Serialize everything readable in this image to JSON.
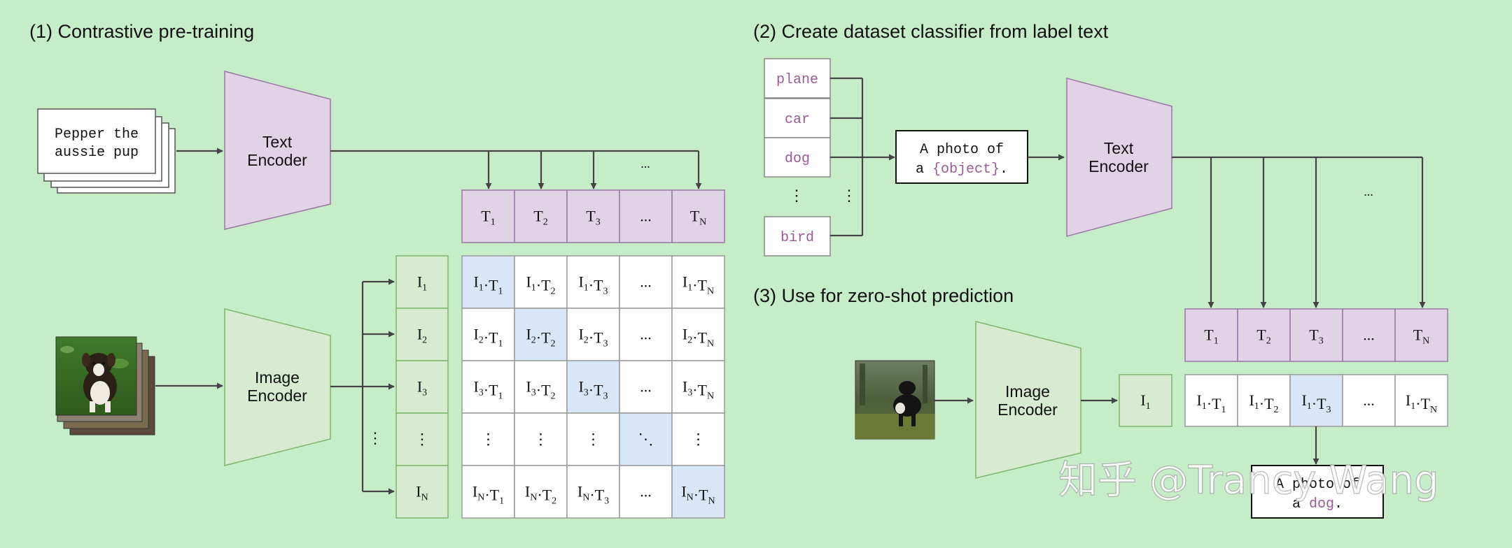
{
  "sections": {
    "s1": "(1) Contrastive pre-training",
    "s2": "(2) Create dataset classifier from label text",
    "s3": "(3) Use for zero-shot prediction"
  },
  "encoders": {
    "text": [
      "Text",
      "Encoder"
    ],
    "image": [
      "Image",
      "Encoder"
    ]
  },
  "input_text": [
    "Pepper the",
    "aussie pup"
  ],
  "labels": [
    "plane",
    "car",
    "dog",
    "bird"
  ],
  "vdots": "⋮",
  "ddots": "⋱",
  "ellipsis": "...",
  "template": {
    "line1": "A photo of",
    "line2_prefix": "a ",
    "placeholder": "{object}",
    "line2_suffix": "."
  },
  "prediction": {
    "line1": "A photo of",
    "line2_prefix": "a ",
    "object": "dog",
    "line2_suffix": "."
  },
  "text_features": [
    {
      "base": "T",
      "sub": "1"
    },
    {
      "base": "T",
      "sub": "2"
    },
    {
      "base": "T",
      "sub": "3"
    },
    {
      "base": "...",
      "sub": ""
    },
    {
      "base": "T",
      "sub": "N"
    }
  ],
  "image_features": [
    {
      "base": "I",
      "sub": "1"
    },
    {
      "base": "I",
      "sub": "2"
    },
    {
      "base": "I",
      "sub": "3"
    },
    {
      "base": "⋮",
      "sub": ""
    },
    {
      "base": "I",
      "sub": "N"
    }
  ],
  "zs_image_feature": {
    "base": "I",
    "sub": "1"
  },
  "zs_scores": [
    {
      "parts": [
        [
          "I",
          "1"
        ],
        [
          "T",
          "1"
        ]
      ]
    },
    {
      "parts": [
        [
          "I",
          "1"
        ],
        [
          "T",
          "2"
        ]
      ]
    },
    {
      "parts": [
        [
          "I",
          "1"
        ],
        [
          "T",
          "3"
        ]
      ]
    },
    {
      "text": "..."
    },
    {
      "parts": [
        [
          "I",
          "1"
        ],
        [
          "T",
          "N"
        ]
      ]
    }
  ],
  "matrix": [
    [
      {
        "parts": [
          [
            "I",
            "1"
          ],
          [
            "T",
            "1"
          ]
        ]
      },
      {
        "parts": [
          [
            "I",
            "1"
          ],
          [
            "T",
            "2"
          ]
        ]
      },
      {
        "parts": [
          [
            "I",
            "1"
          ],
          [
            "T",
            "3"
          ]
        ]
      },
      {
        "text": "..."
      },
      {
        "parts": [
          [
            "I",
            "1"
          ],
          [
            "T",
            "N"
          ]
        ]
      }
    ],
    [
      {
        "parts": [
          [
            "I",
            "2"
          ],
          [
            "T",
            "1"
          ]
        ]
      },
      {
        "parts": [
          [
            "I",
            "2"
          ],
          [
            "T",
            "2"
          ]
        ]
      },
      {
        "parts": [
          [
            "I",
            "2"
          ],
          [
            "T",
            "3"
          ]
        ]
      },
      {
        "text": "..."
      },
      {
        "parts": [
          [
            "I",
            "2"
          ],
          [
            "T",
            "N"
          ]
        ]
      }
    ],
    [
      {
        "parts": [
          [
            "I",
            "3"
          ],
          [
            "T",
            "1"
          ]
        ]
      },
      {
        "parts": [
          [
            "I",
            "3"
          ],
          [
            "T",
            "2"
          ]
        ]
      },
      {
        "parts": [
          [
            "I",
            "3"
          ],
          [
            "T",
            "3"
          ]
        ]
      },
      {
        "text": "..."
      },
      {
        "parts": [
          [
            "I",
            "3"
          ],
          [
            "T",
            "N"
          ]
        ]
      }
    ],
    [
      {
        "text": "⋮"
      },
      {
        "text": "⋮"
      },
      {
        "text": "⋮"
      },
      {
        "text": "⋱"
      },
      {
        "text": "⋮"
      }
    ],
    [
      {
        "parts": [
          [
            "I",
            "N"
          ],
          [
            "T",
            "1"
          ]
        ]
      },
      {
        "parts": [
          [
            "I",
            "N"
          ],
          [
            "T",
            "2"
          ]
        ]
      },
      {
        "parts": [
          [
            "I",
            "N"
          ],
          [
            "T",
            "3"
          ]
        ]
      },
      {
        "text": "..."
      },
      {
        "parts": [
          [
            "I",
            "N"
          ],
          [
            "T",
            "N"
          ]
        ]
      }
    ]
  ],
  "watermark": "知乎 @Trancy Wang",
  "colors": {
    "background": "#c6ecc8",
    "text_encoder_fill": "#e1d3e6",
    "text_encoder_stroke": "#9a76a6",
    "image_encoder_fill": "#d6ebd0",
    "image_encoder_stroke": "#7fb36e",
    "highlight": "#d9e6f7",
    "label_purple": "#9a5a96",
    "arrow": "#444444"
  }
}
